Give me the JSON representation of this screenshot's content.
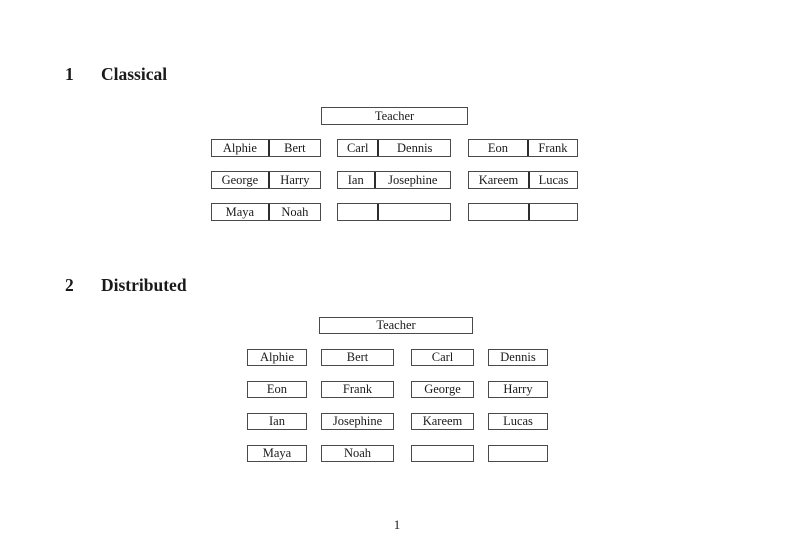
{
  "page": {
    "number": "1",
    "background_color": "#ffffff",
    "text_color": "#1a1a1a",
    "border_color": "#4a4a4a",
    "divider_color": "#2d2d2d"
  },
  "sections": [
    {
      "number": "1",
      "title": "Classical",
      "teacher_label": "Teacher",
      "desk_rows": [
        [
          [
            "Alphie",
            "Bert"
          ],
          [
            "Carl",
            "Dennis"
          ],
          [
            "Eon",
            "Frank"
          ]
        ],
        [
          [
            "George",
            "Harry"
          ],
          [
            "Ian",
            "Josephine"
          ],
          [
            "Kareem",
            "Lucas"
          ]
        ],
        [
          [
            "Maya",
            "Noah"
          ],
          [
            "",
            ""
          ],
          [
            "",
            ""
          ]
        ]
      ]
    },
    {
      "number": "2",
      "title": "Distributed",
      "teacher_label": "Teacher",
      "seat_rows": [
        [
          "Alphie",
          "Bert",
          "Carl",
          "Dennis"
        ],
        [
          "Eon",
          "Frank",
          "George",
          "Harry"
        ],
        [
          "Ian",
          "Josephine",
          "Kareem",
          "Lucas"
        ],
        [
          "Maya",
          "Noah",
          "",
          ""
        ]
      ]
    }
  ]
}
